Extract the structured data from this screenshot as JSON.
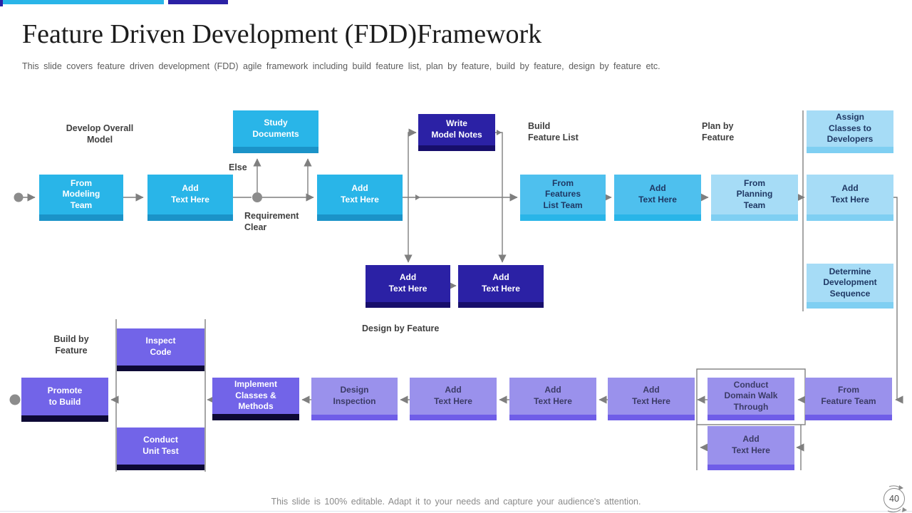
{
  "header": {
    "title": "Feature Driven Development (FDD)Framework",
    "subtitle": "This slide covers feature driven development (FDD) agile framework including build feature list, plan by feature, build by feature, design by feature etc."
  },
  "labels": {
    "develop_overall_model": "Develop Overall\nModel",
    "else_label": "Else",
    "requirement_clear": "Requirement\nClear",
    "build_feature_list": "Build\nFeature List",
    "plan_by_feature": "Plan by\nFeature",
    "design_by_feature": "Design by Feature",
    "build_by_feature": "Build by\nFeature"
  },
  "boxes": {
    "study_documents": "Study\nDocuments",
    "from_modeling_team": "From\nModeling\nTeam",
    "add_text": "Add\nText Here",
    "write_model_notes": "Write\nModel Notes",
    "from_features_list_team": "From\nFeatures\nList Team",
    "from_planning_team": "From\nPlanning\nTeam",
    "assign_classes_to_developers": "Assign\nClasses to\nDevelopers",
    "determine_development_sequence": "Determine\nDevelopment\nSequence",
    "inspect_code": "Inspect\nCode",
    "promote_to_build": "Promote\nto Build",
    "conduct_unit_test": "Conduct\nUnit Test",
    "implement_classes_methods": "Implement\nClasses &\nMethods",
    "design_inspection": "Design\nInspection",
    "conduct_domain_walk_through": "Conduct\nDomain Walk\nThrough",
    "from_feature_team": "From\nFeature Team"
  },
  "footer": {
    "note": "This slide is 100% editable. Adapt it to your needs and capture your audience's attention.",
    "page_number": "40"
  },
  "colors": {
    "accent_cyan": "#29B5E8",
    "accent_navy": "#2B21A5",
    "sky_medium": "#4EC0EE",
    "sky_light": "#A6DCF6",
    "purple_medium": "#7264E8",
    "purple_light": "#9A91EC",
    "connector_gray": "#7F7F7F"
  }
}
